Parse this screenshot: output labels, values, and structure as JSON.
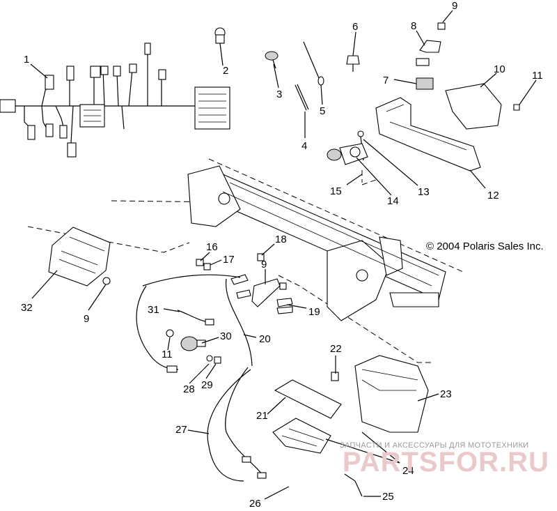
{
  "copyright": "© 2004 Polaris Sales Inc.",
  "watermark": {
    "tagline": "ЗАПЧАСТИ И АКСЕССУАРЫ ДЛЯ МОТОТЕХНИКИ",
    "logo_text": "PARTSFOR.RU"
  },
  "callouts": [
    "1",
    "2",
    "3",
    "4",
    "5",
    "6",
    "7",
    "8",
    "9",
    "10",
    "11",
    "12",
    "13",
    "14",
    "15",
    "16",
    "17",
    "18",
    "9",
    "19",
    "20",
    "21",
    "22",
    "23",
    "24",
    "25",
    "26",
    "27",
    "28",
    "29",
    "30",
    "11",
    "31",
    "32",
    "9"
  ],
  "colors": {
    "line": "#000000",
    "watermark": "#e9c9c9",
    "watermark_text": "#9a9a9a"
  }
}
